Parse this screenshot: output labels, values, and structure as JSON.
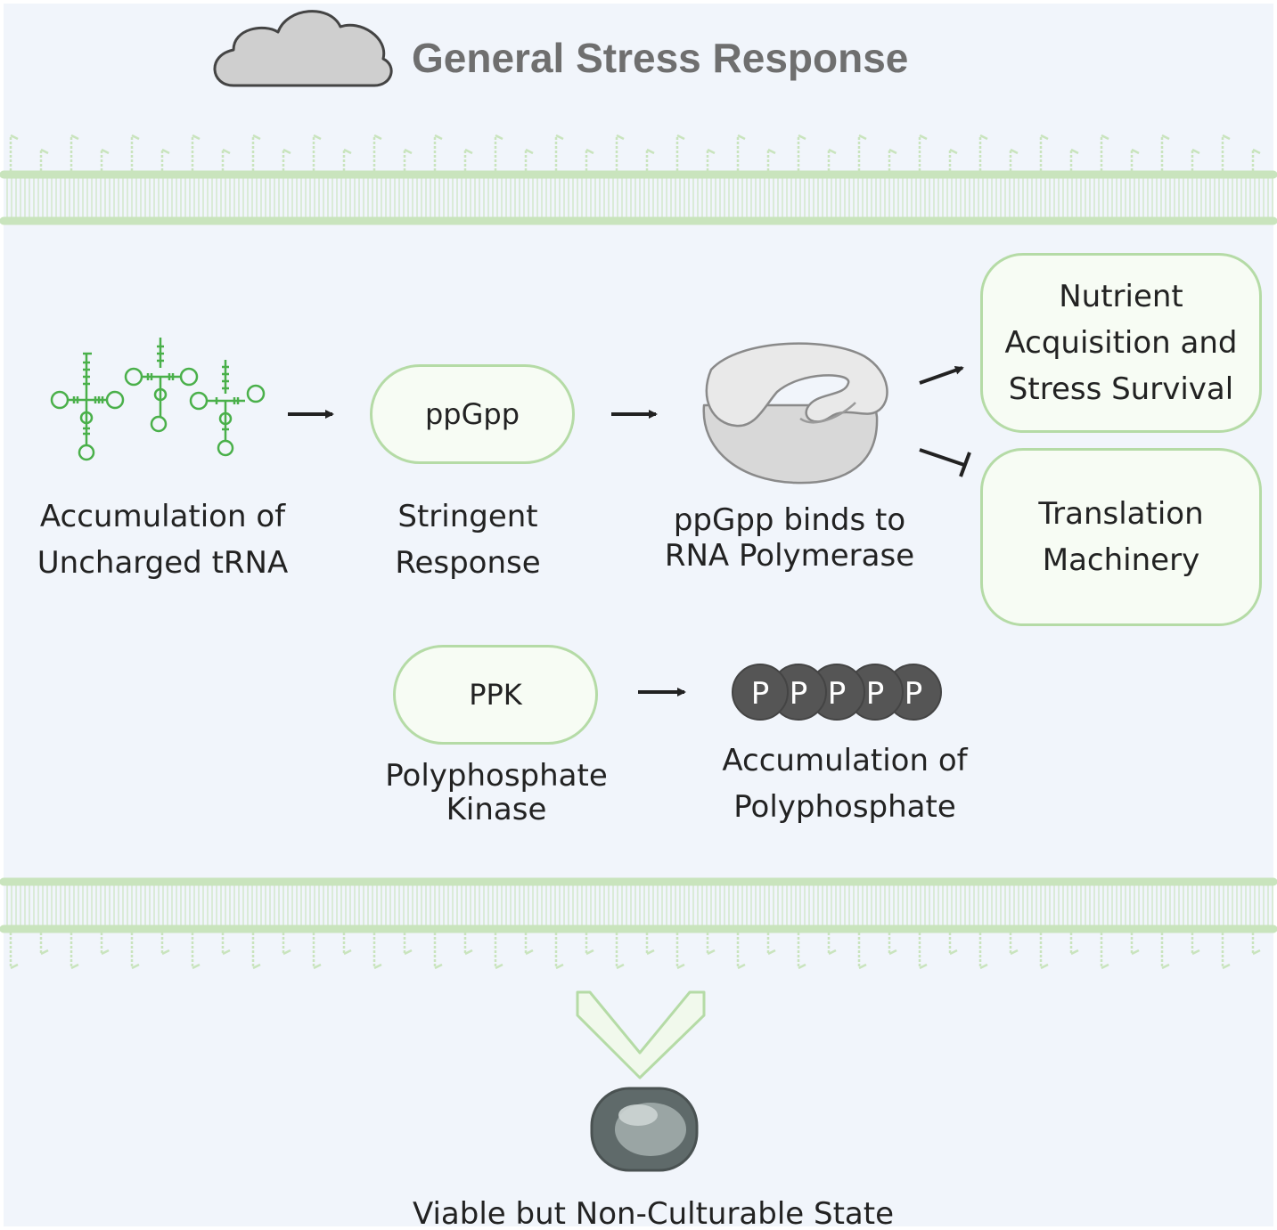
{
  "title": "General Stress Response",
  "icons": {
    "cloud": "cloud-icon",
    "trna": "trna-icon",
    "rna_polymerase": "rna-polymerase-icon",
    "polyphosphate": "polyphosphate-chain-icon",
    "cell": "dormant-cell-icon",
    "outer_membrane": "membrane-bilayer-icon",
    "inner_membrane": "membrane-bilayer-icon",
    "big_arrow": "chevron-down-icon"
  },
  "colors": {
    "background": "#f1f5fb",
    "membrane": "#c9e4bd",
    "pill_border": "#b5dba6",
    "pill_fill": "#f7fcf4",
    "trna": "#4ab04a",
    "phosphate": "#555555",
    "cell": "#5f6a6a",
    "cloud": "#cfcfcf"
  },
  "nodes": {
    "ppgpp": "ppGpp",
    "ppk": "PPK",
    "nutrient": "Nutrient\nAcquisition and\nStress Survival",
    "translation": "Translation\nMachinery"
  },
  "labels": {
    "trna": "Accumulation of\nUncharged tRNA",
    "stringent": "Stringent\nResponse",
    "rnap": "ppGpp binds to\nRNA Polymerase",
    "ppk": "Polyphosphate\nKinase",
    "polyp": "Accumulation of\nPolyphosphate",
    "vbnc": "Viable but Non-Culturable State"
  },
  "phosphate_letter": "P",
  "phosphate_count": 5
}
